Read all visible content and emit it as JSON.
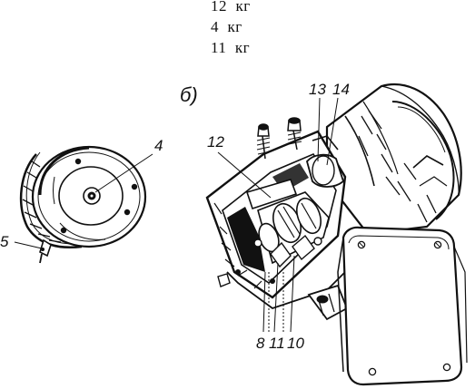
{
  "weights": [
    "12  кг",
    "4  кг",
    "11  кг"
  ],
  "panel_label": "б)",
  "callouts": {
    "c4": "4",
    "c5": "5",
    "c12": "12",
    "c13": "13",
    "c14": "14",
    "c8": "8",
    "c11": "11",
    "c10": "10"
  }
}
